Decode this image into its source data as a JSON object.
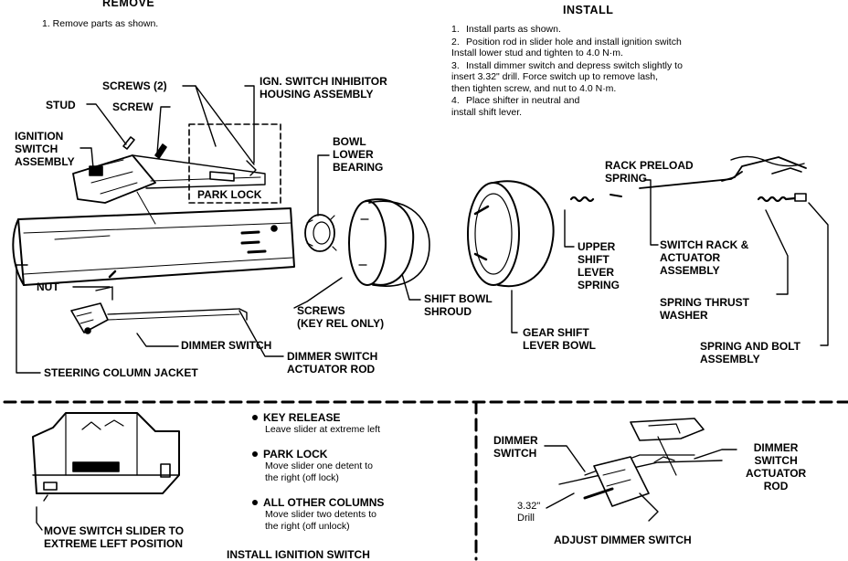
{
  "remove": {
    "heading": "REMOVE",
    "step": "1. Remove parts as shown."
  },
  "install": {
    "heading": "INSTALL",
    "steps": [
      {
        "num": "1.",
        "text": "Install parts as shown."
      },
      {
        "num": "2.",
        "text": "Position rod in slider hole and install ignition switch\nInstall lower stud and tighten to 4.0 N·m."
      },
      {
        "num": "3.",
        "text": "Install dimmer switch and depress switch slightly to\ninsert 3.32\" drill. Force switch up to remove lash,\nthen tighten screw, and nut to 4.0 N·m."
      },
      {
        "num": "4.",
        "text": "Place shifter in neutral and\ninstall shift lever."
      }
    ]
  },
  "labels": {
    "screws_2": "SCREWS (2)",
    "ign_switch_inhibitor": "IGN. SWITCH INHIBITOR\nHOUSING ASSEMBLY",
    "stud": "STUD",
    "screw": "SCREW",
    "ignition_switch_assembly": "IGNITION\nSWITCH\nASSEMBLY",
    "park_lock": "PARK LOCK",
    "bowl_lower_bearing": "BOWL\nLOWER\nBEARING",
    "rack_preload_spring": "RACK PRELOAD\nSPRING",
    "switch_rack_actuator": "SWITCH RACK &\nACTUATOR\nASSEMBLY",
    "upper_shift_lever_spring": "UPPER\nSHIFT\nLEVER\nSPRING",
    "nut": "NUT",
    "screws_key_rel": "SCREWS\n(KEY REL ONLY)",
    "shift_bowl_shroud": "SHIFT BOWL\nSHROUD",
    "gear_shift_lever_bowl": "GEAR SHIFT\nLEVER BOWL",
    "spring_thrust_washer": "SPRING THRUST\nWASHER",
    "dimmer_switch": "DIMMER SWITCH",
    "dimmer_switch_actuator_rod": "DIMMER SWITCH\nACTUATOR ROD",
    "spring_and_bolt": "SPRING AND BOLT\nASSEMBLY",
    "steering_column_jacket": "STEERING COLUMN JACKET"
  },
  "ignition_panel": {
    "items": [
      {
        "title": "KEY RELEASE",
        "body": "Leave slider at extreme left"
      },
      {
        "title": "PARK LOCK",
        "body": "Move slider one detent to\nthe right (off lock)"
      },
      {
        "title": "ALL OTHER COLUMNS",
        "body": "Move slider two detents to\nthe right (off unlock)"
      }
    ],
    "move_slider": "MOVE SWITCH SLIDER TO\nEXTREME LEFT POSITION",
    "caption": "INSTALL IGNITION SWITCH"
  },
  "dimmer_panel": {
    "dimmer_switch": "DIMMER\nSWITCH",
    "drill": "3.32\"\nDrill",
    "actuator_rod": "DIMMER\nSWITCH\nACTUATOR\nROD",
    "caption": "ADJUST DIMMER SWITCH"
  }
}
